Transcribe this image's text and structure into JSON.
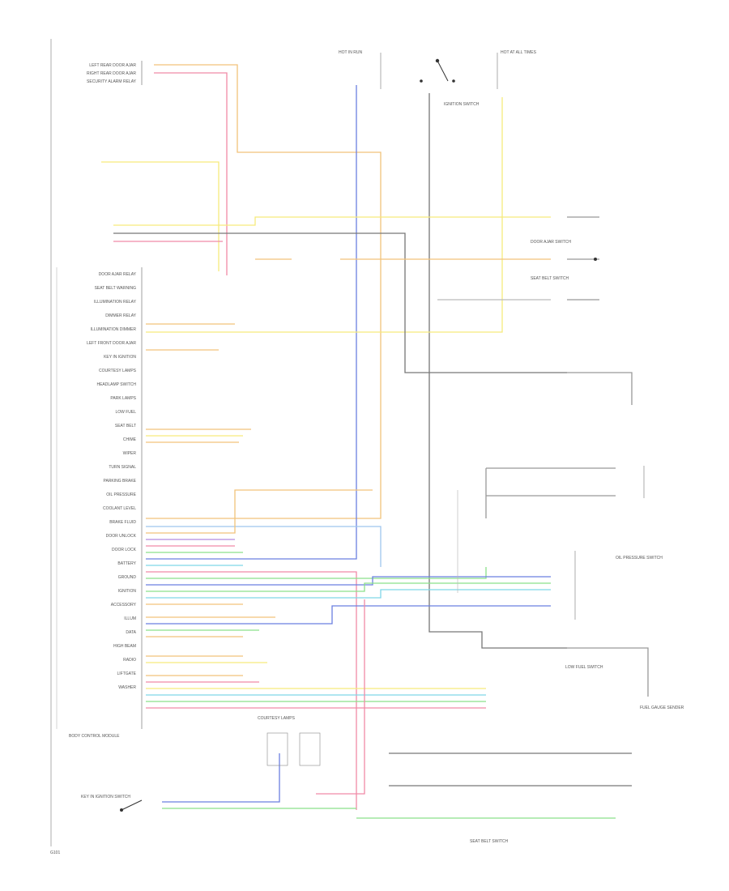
{
  "module": {
    "left_labels": [
      "LEFT REAR DOOR AJAR",
      "RIGHT REAR DOOR AJAR",
      "SECURITY ALARM RELAY",
      "DOOR AJAR RELAY",
      "SEAT BELT WARNING",
      "ILLUMINATION RELAY",
      "DIMMER RELAY",
      "ILLUMINATION DIMMER",
      "LEFT FRONT DOOR AJAR",
      "KEY IN IGNITION",
      "COURTESY LAMPS",
      "HEADLAMP SWITCH",
      "PARK LAMPS",
      "LOW FUEL",
      "SEAT BELT",
      "CHIME",
      "WIPER",
      "TURN SIGNAL",
      "PARKING BRAKE",
      "OIL PRESSURE",
      "COOLANT LEVEL",
      "BRAKE FLUID",
      "DOOR UNLOCK",
      "DOOR LOCK",
      "BATTERY",
      "GROUND",
      "IGNITION",
      "ACCESSORY",
      "ILLUM",
      "DATA",
      "HIGH BEAM",
      "RADIO",
      "LIFTGATE",
      "WASHER"
    ],
    "bottom_label": "BODY CONTROL MODULE",
    "note": "G101"
  },
  "components": {
    "top_center": "HOT IN RUN",
    "switch": "IGNITION SWITCH",
    "top_right": "HOT AT ALL TIMES",
    "right_1": "DOOR AJAR SWITCH",
    "right_2": "SEAT BELT SWITCH",
    "right_3": "OIL PRESSURE SWITCH",
    "right_4": "FUEL GAUGE SENDER",
    "right_5": "LOW FUEL SWITCH",
    "bottom_center": "COURTESY LAMPS",
    "bottom_left": "KEY IN IGNITION SWITCH",
    "bottom_right": "SEAT BELT SWITCH"
  },
  "colors": {
    "orange": "#f2c27a",
    "yellow": "#f6ea7c",
    "pink": "#f08aa6",
    "blue": "#6b7fe0",
    "cyan": "#7fd6e8",
    "green": "#8be08a",
    "gray": "#777777",
    "purple": "#b38ae0",
    "lightblue": "#9ec5ee"
  }
}
